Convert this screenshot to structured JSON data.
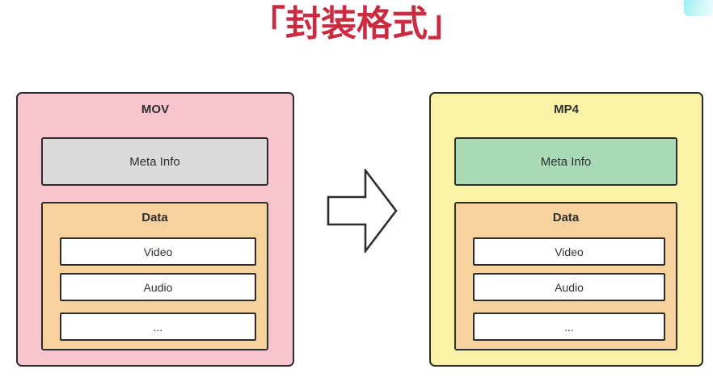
{
  "title": {
    "text": "「封装格式」",
    "color": "#cb2b40"
  },
  "containers": [
    {
      "label": "MOV",
      "fill": "#f8c5ce",
      "meta": {
        "label": "Meta Info",
        "fill": "#dbdbdb"
      },
      "data": {
        "label": "Data",
        "fill": "#f8d29c",
        "rows": [
          "Video",
          "Audio",
          "..."
        ]
      }
    },
    {
      "label": "MP4",
      "fill": "#faf2a6",
      "meta": {
        "label": "Meta Info",
        "fill": "#a8dbb5"
      },
      "data": {
        "label": "Data",
        "fill": "#f8d29c",
        "rows": [
          "Video",
          "Audio",
          "..."
        ]
      }
    }
  ],
  "arrow": {
    "direction": "right",
    "fill": "#ffffff",
    "stroke": "#2d2d2d"
  },
  "overlay": {
    "artifact_color": "#9beef1"
  },
  "colors": {
    "background": "#ffffff",
    "border": "#2d2d2d",
    "text": "#2f2f2f"
  }
}
